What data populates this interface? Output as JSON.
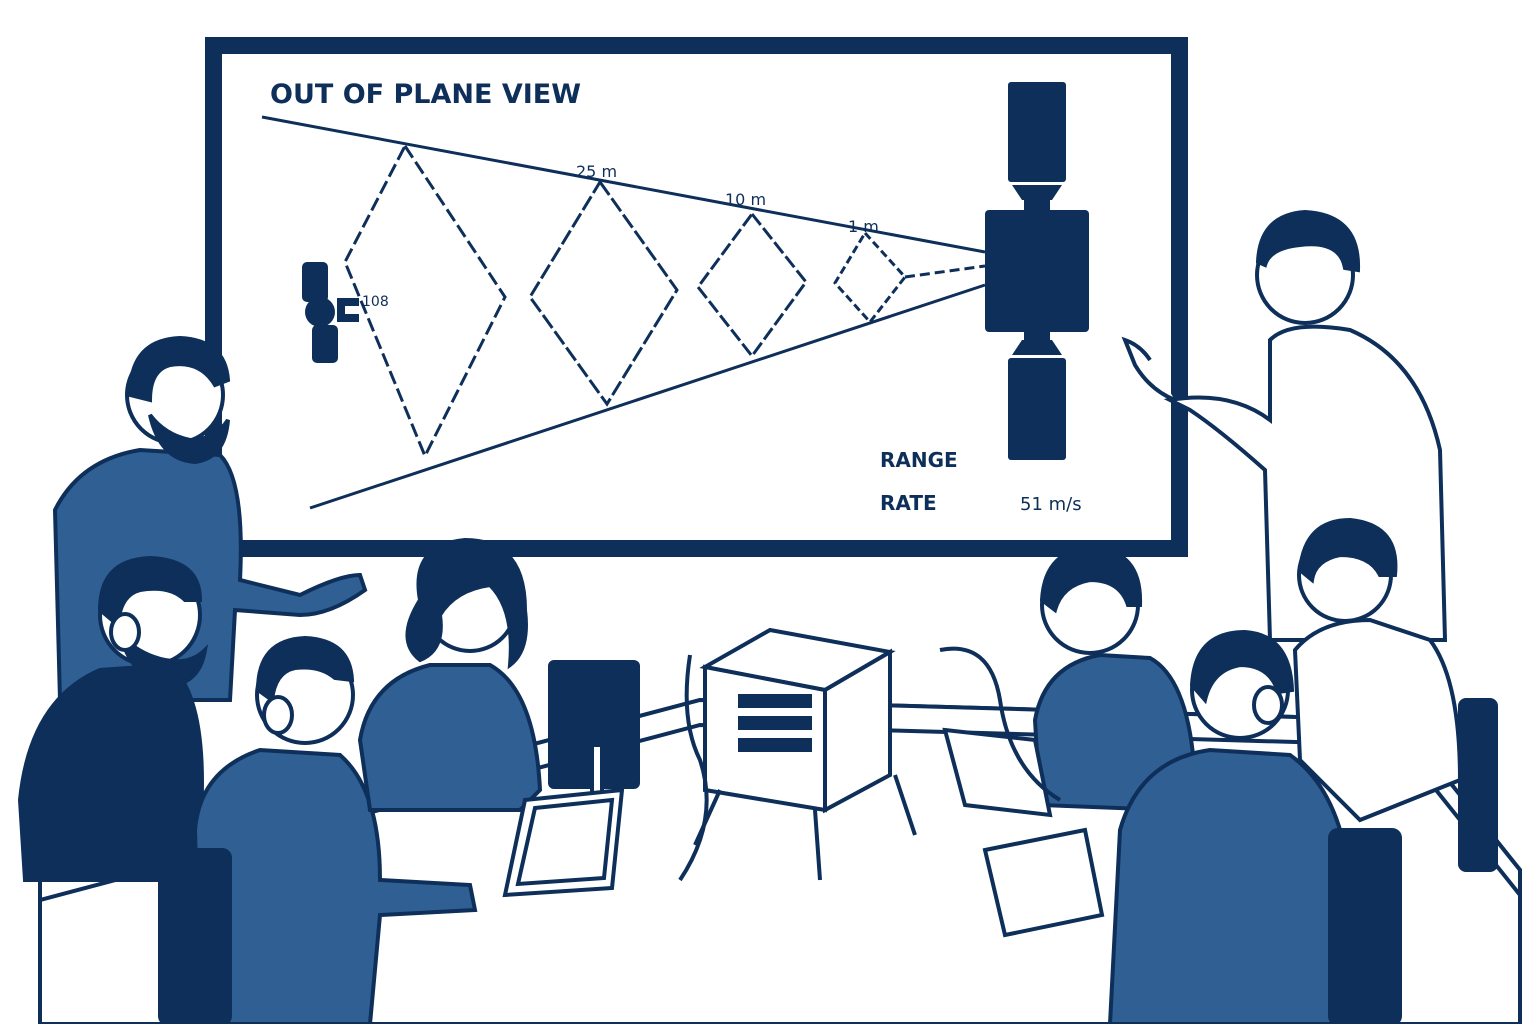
{
  "display": {
    "title": "OUT OF PLANE VIEW",
    "markers": {
      "far": "25 m",
      "mid": "10 m",
      "near": "1 m"
    },
    "chaser_tag": "108",
    "range_label": "RANGE",
    "rate_label": "RATE",
    "rate_value": "51 m/s"
  },
  "colors": {
    "navy": "#0d2f5a",
    "shirt_blue": "#2f5f93",
    "white": "#ffffff"
  }
}
